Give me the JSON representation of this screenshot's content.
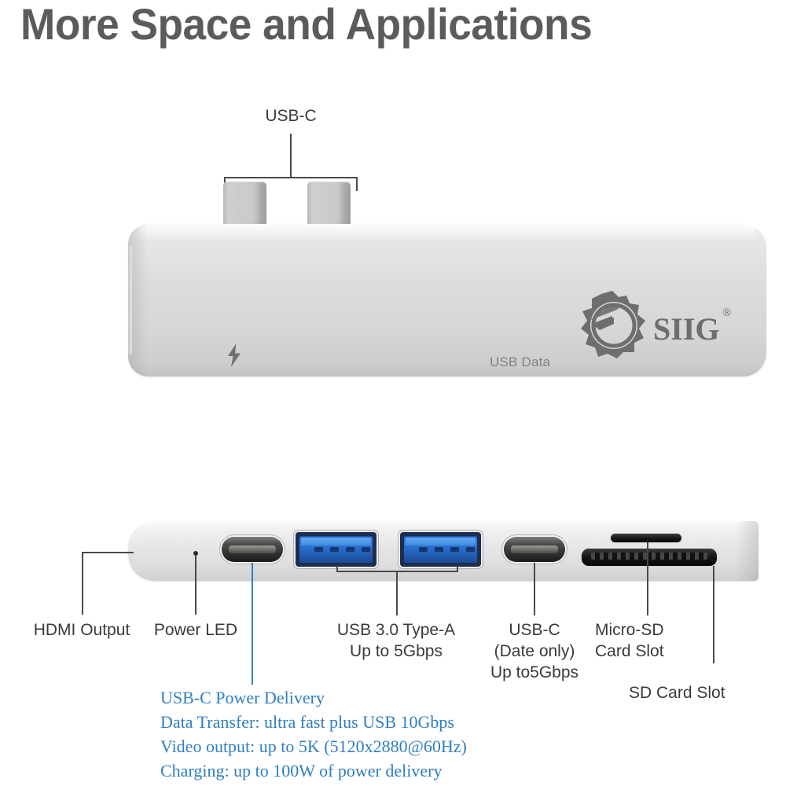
{
  "page": {
    "title": "More Space and Applications",
    "background_color": "#ffffff",
    "title_color": "#5b5b5b",
    "label_color": "#3a3a3a",
    "accent_blue": "#2f7fc0"
  },
  "top_view": {
    "callout_usbc": "USB-C",
    "body_markings": {
      "bolt_icon": "lightning-bolt-icon",
      "usb_data_text": "USB Data"
    },
    "brand": {
      "mark_icon": "siig-gear-logo-icon",
      "wordmark": "SIIG",
      "registered": "®"
    }
  },
  "bottom_view": {
    "ports": [
      {
        "name": "hdmi-output",
        "icon": "hdmi-port-icon"
      },
      {
        "name": "power-led",
        "icon": "led-indicator-icon"
      },
      {
        "name": "usbc-power-delivery",
        "icon": "usb-c-port-icon"
      },
      {
        "name": "usb-a-1",
        "icon": "usb-a-port-icon"
      },
      {
        "name": "usb-a-2",
        "icon": "usb-a-port-icon"
      },
      {
        "name": "usbc-data",
        "icon": "usb-c-port-icon"
      },
      {
        "name": "micro-sd",
        "icon": "microsd-slot-icon"
      },
      {
        "name": "sd-card",
        "icon": "sd-slot-icon"
      }
    ],
    "labels": {
      "hdmi": "HDMI Output",
      "power_led": "Power LED",
      "usb_a": "USB 3.0 Type-A\nUp to 5Gbps",
      "usb_c_data": "USB-C\n(Date only)\nUp to5Gbps",
      "micro_sd": "Micro-SD\nCard Slot",
      "sd_card": "SD Card Slot"
    }
  },
  "blue_note": {
    "lines": "USB-C Power Delivery\nData Transfer: ultra fast plus USB 10Gbps\nVideo output: up to 5K (5120x2880@60Hz)\nCharging: up to 100W of power delivery"
  }
}
